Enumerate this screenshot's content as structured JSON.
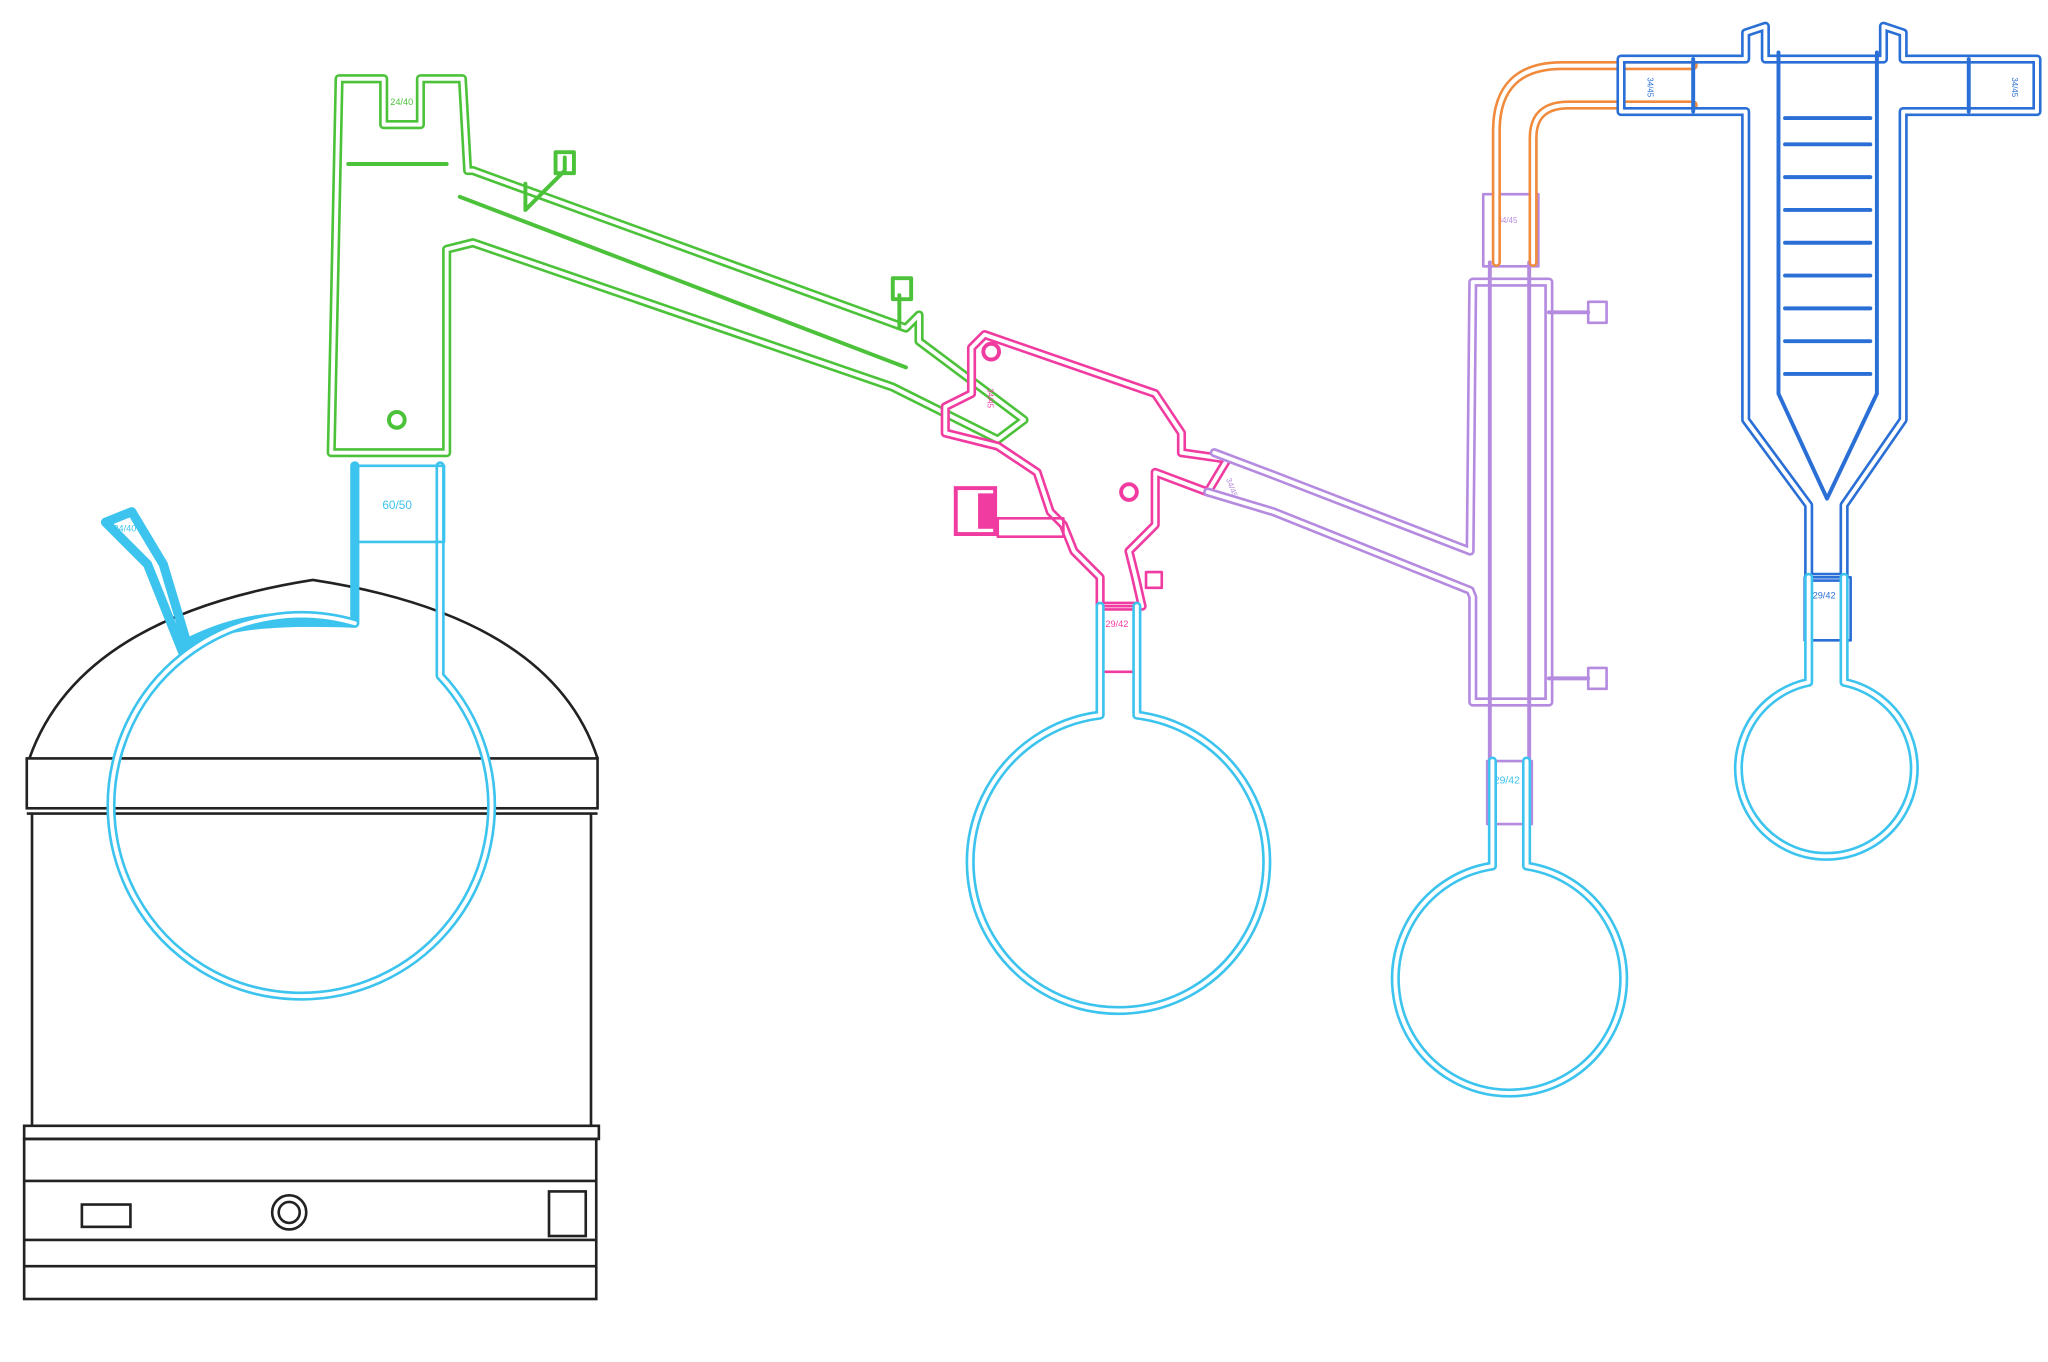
{
  "colors": {
    "mantle": "#222222",
    "flask": "#3cc3ee",
    "head": "#4cc23a",
    "vacuum_adapter": "#f03ca0",
    "condenser": "#b58be0",
    "bend": "#f08a3c",
    "cold_trap": "#2a6fd6"
  },
  "labels": {
    "head_top_joint": "24/40",
    "boiling_flask_neck": "60/50",
    "boiling_flask_side_neck": "24/40",
    "adapter_inlet_joint": "34/45",
    "condenser_inlet_joint": "34/45",
    "receiver_1_joint": "29/42",
    "bend_joint": "34/45",
    "receiver_2_joint": "29/42",
    "trap_left_joint": "34/45",
    "trap_right_joint": "34/45",
    "receiver_3_joint": "29/42"
  }
}
